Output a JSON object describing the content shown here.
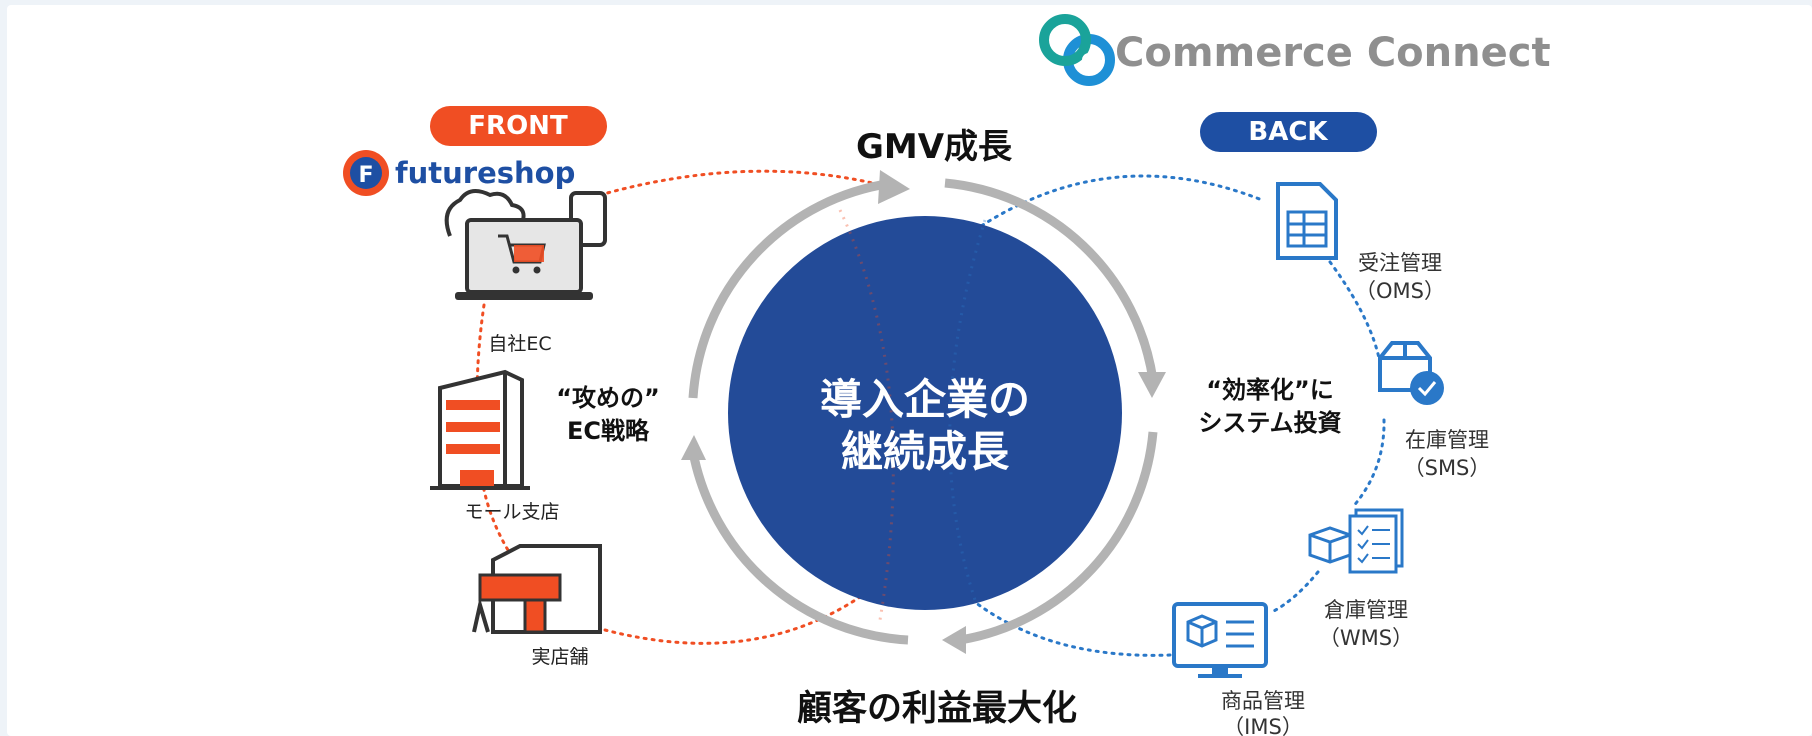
{
  "brand": {
    "name": "Commerce Connect"
  },
  "front": {
    "badge": "FRONT",
    "logo_text": "futureshop",
    "logo_letter": "F",
    "strategy_line1": "“攻めの”",
    "strategy_line2": "EC戦略",
    "channels": [
      {
        "label": "自社EC",
        "icon": "laptop-cart-icon"
      },
      {
        "label": "モール支店",
        "icon": "building-icon"
      },
      {
        "label": "実店舗",
        "icon": "store-icon"
      }
    ]
  },
  "back": {
    "badge": "BACK",
    "strategy_line1": "“効率化”に",
    "strategy_line2": "システム投資",
    "systems": [
      {
        "label": "受注管理",
        "abbr": "（OMS）",
        "icon": "spreadsheet-icon"
      },
      {
        "label": "在庫管理",
        "abbr": "（SMS）",
        "icon": "box-check-icon"
      },
      {
        "label": "倉庫管理",
        "abbr": "（WMS）",
        "icon": "warehouse-list-icon"
      },
      {
        "label": "商品管理",
        "abbr": "（IMS）",
        "icon": "product-monitor-icon"
      }
    ]
  },
  "cycle": {
    "top": "GMV成長",
    "bottom": "顧客の利益最大化",
    "center_line1": "導入企業の",
    "center_line2": "継続成長"
  },
  "colors": {
    "front_accent": "#f04e23",
    "back_accent": "#1e4fa3",
    "center_circle": "#234b98",
    "cycle_arrow": "#b3b3b3",
    "brand_text": "#8f8f8f",
    "logo_teal": "#1aa39a",
    "logo_blue": "#1e90d6",
    "icon_blue": "#2a78c8"
  }
}
